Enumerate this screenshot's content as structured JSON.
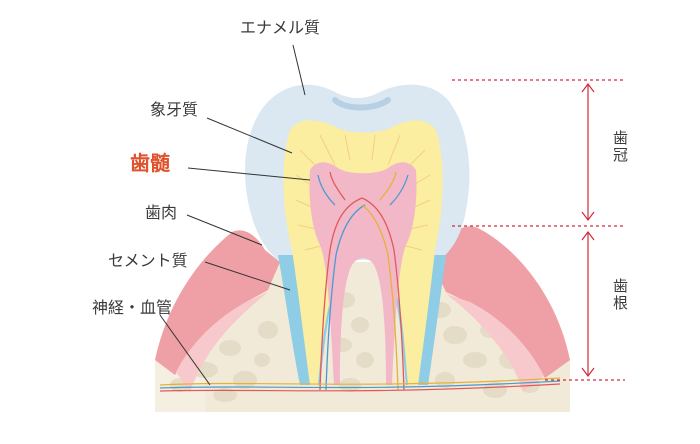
{
  "labels": {
    "enamel": "エナメル質",
    "dentin": "象牙質",
    "pulp": "歯髄",
    "gum": "歯肉",
    "cementum": "セメント質",
    "nerves_vessels": "神経・血管"
  },
  "sections": {
    "crown": "歯冠",
    "root": "歯根"
  },
  "colors": {
    "enamel": "#dbe8f2",
    "dentin": "#fbeea0",
    "pulp": "#f3b8c8",
    "gum": "#ef9fa6",
    "cementum": "#8fcde6",
    "bone": "#f1ead9",
    "marker": "#d22b3a",
    "highlight": "#e0522a"
  }
}
